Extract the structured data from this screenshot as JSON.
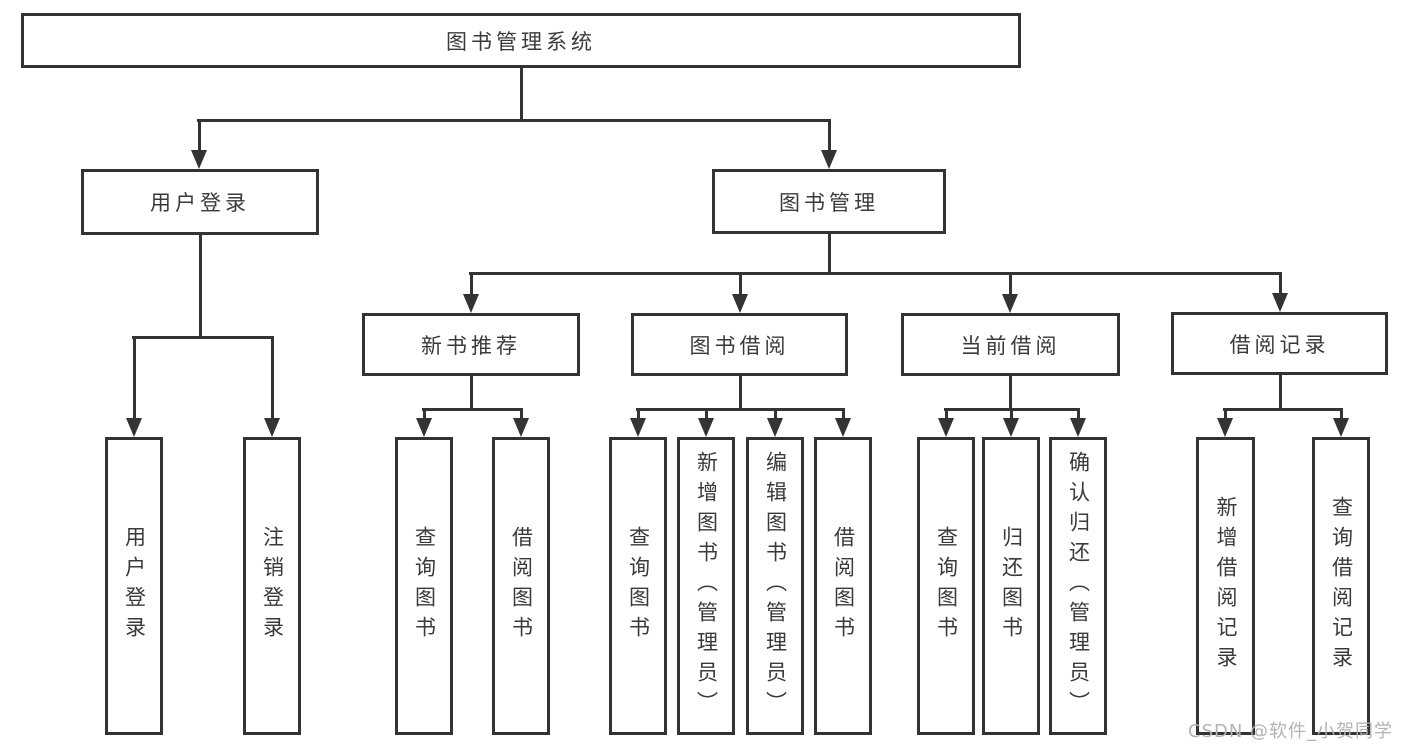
{
  "diagram": {
    "root": {
      "label": "图书管理系统"
    },
    "branches": {
      "user_login": {
        "label": "用户登录"
      },
      "book_mgmt": {
        "label": "图书管理"
      },
      "new_book_rec": {
        "label": "新书推荐"
      },
      "book_borrow": {
        "label": "图书借阅"
      },
      "current_borrow": {
        "label": "当前借阅"
      },
      "borrow_records": {
        "label": "借阅记录"
      }
    },
    "leaves": {
      "user_login": {
        "label": "用户登录"
      },
      "logout": {
        "label": "注销登录"
      },
      "query_books_rec": {
        "label": "查询图书"
      },
      "borrow_books_rec": {
        "label": "借阅图书"
      },
      "query_books_borrow": {
        "label": "查询图书"
      },
      "add_books": {
        "label": "新增图书（管理员）"
      },
      "edit_books": {
        "label": "编辑图书（管理员）"
      },
      "borrow_books_borrow": {
        "label": "借阅图书"
      },
      "query_books_current": {
        "label": "查询图书"
      },
      "return_books": {
        "label": "归还图书"
      },
      "confirm_return": {
        "label": "确认归还（管理员）"
      },
      "add_borrow_record": {
        "label": "新增借阅记录"
      },
      "query_borrow_record": {
        "label": "查询借阅记录"
      }
    }
  },
  "watermark": {
    "text": "CSDN @软件_小贺同学"
  },
  "colors": {
    "background": "#ffffff",
    "line": "#333333",
    "text": "#3a3a3a",
    "watermark": "#b3b3b3"
  }
}
